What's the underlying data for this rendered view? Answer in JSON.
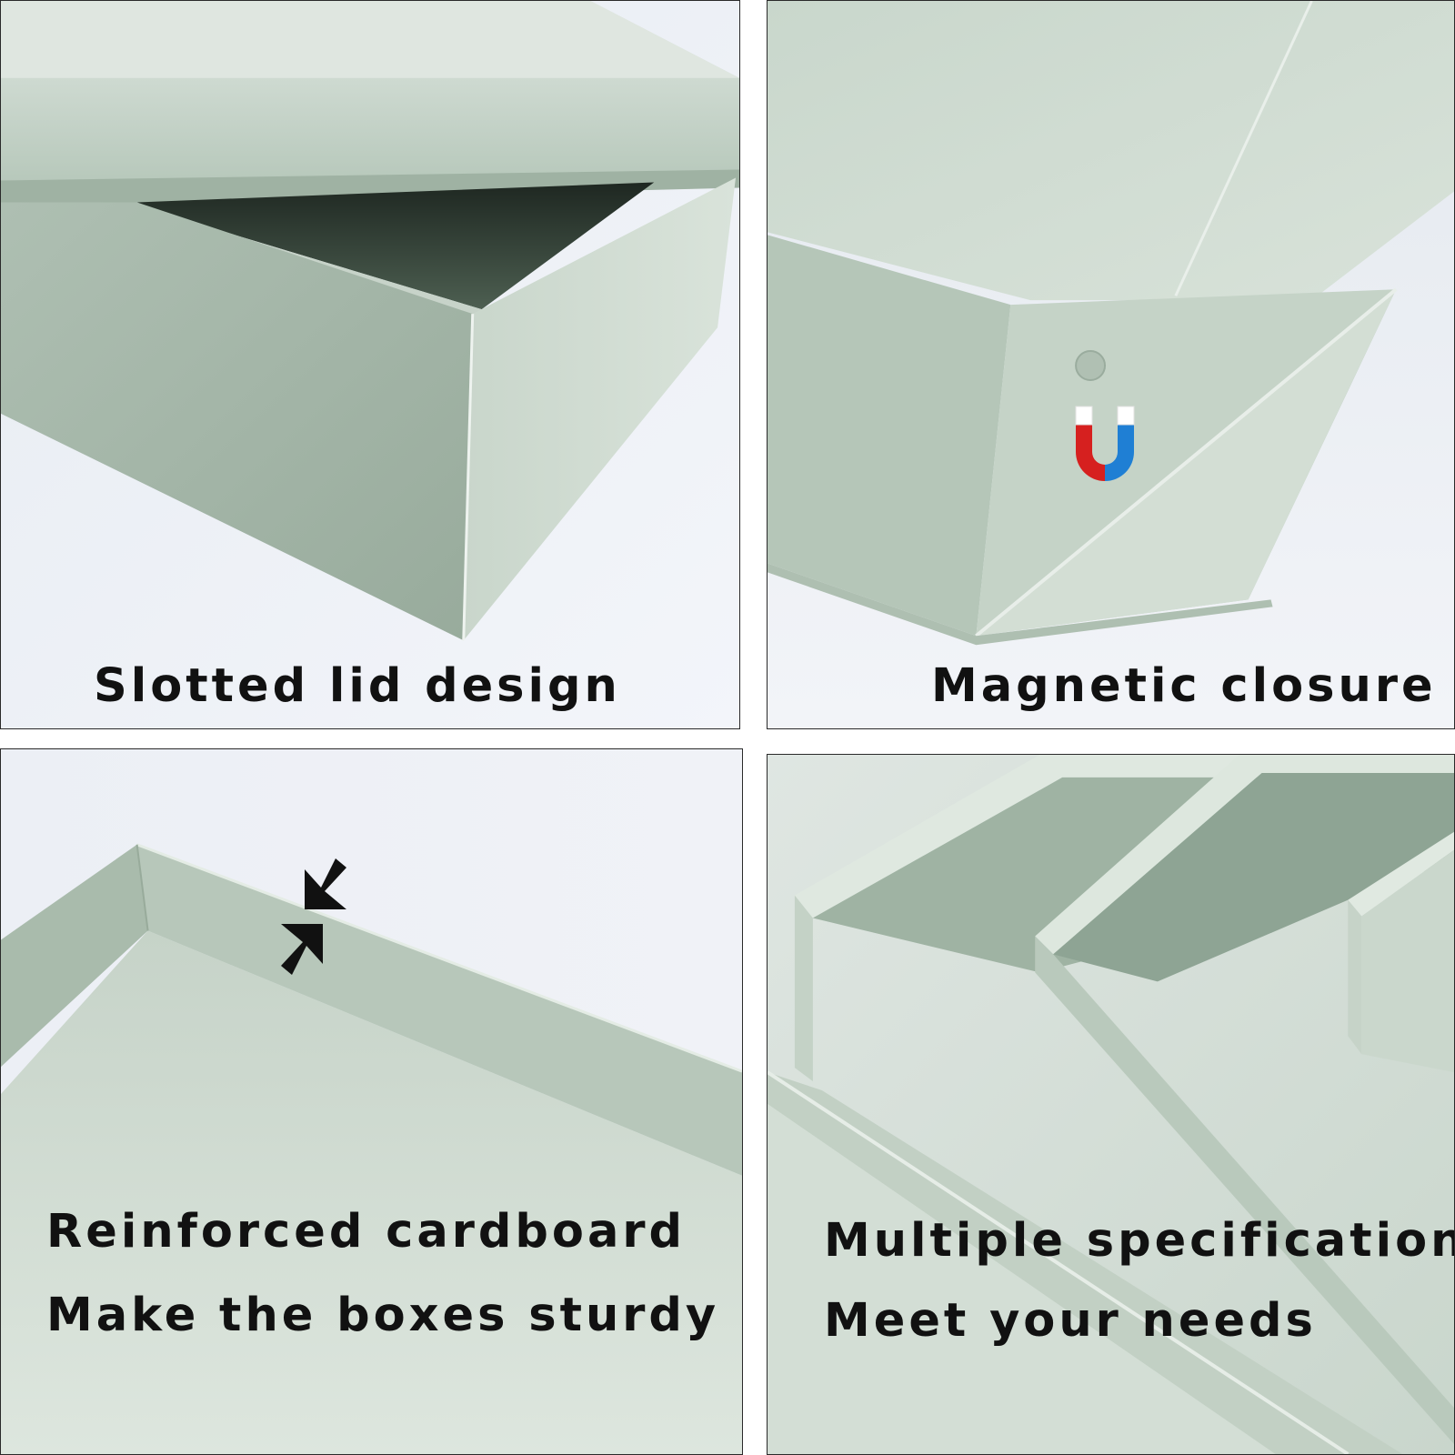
{
  "panels": [
    {
      "id": "slotted-lid",
      "caption_lines": [
        "Slotted lid design"
      ]
    },
    {
      "id": "magnetic-closure",
      "caption_lines": [
        "Magnetic closure"
      ]
    },
    {
      "id": "reinforced-cardboard",
      "caption_lines": [
        "Reinforced cardboard",
        "Make the boxes sturdy"
      ]
    },
    {
      "id": "multiple-specifications",
      "caption_lines": [
        "Multiple specifications",
        "Meet your needs"
      ]
    }
  ],
  "icons": [
    "magnet-icon",
    "arrow-icon"
  ],
  "colors": {
    "box_green": "#b9cbbd",
    "box_light": "#d5e0d6",
    "box_shadow": "#6f8674",
    "background": "#eef1f6",
    "magnet_red": "#d6201f",
    "magnet_blue": "#1f7fd4"
  }
}
